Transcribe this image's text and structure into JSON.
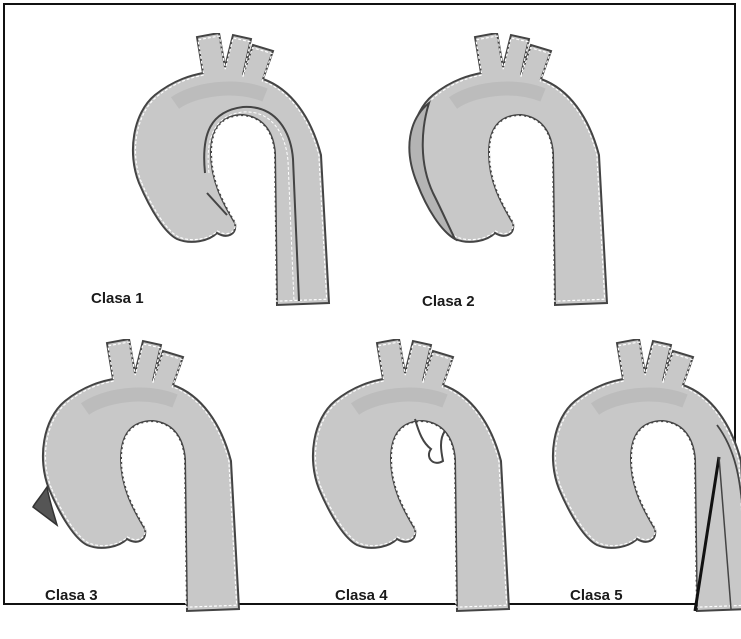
{
  "panels": [
    {
      "label": "Clasa 1"
    },
    {
      "label": "Clasa 2"
    },
    {
      "label": "Clasa 3"
    },
    {
      "label": "Clasa 4"
    },
    {
      "label": "Clasa 5"
    }
  ],
  "colors": {
    "vessel_fill": "#c8c8c8",
    "vessel_shade": "#b4b4b4",
    "outline": "#444444",
    "lesion": "#555555",
    "frame": "#111111"
  }
}
